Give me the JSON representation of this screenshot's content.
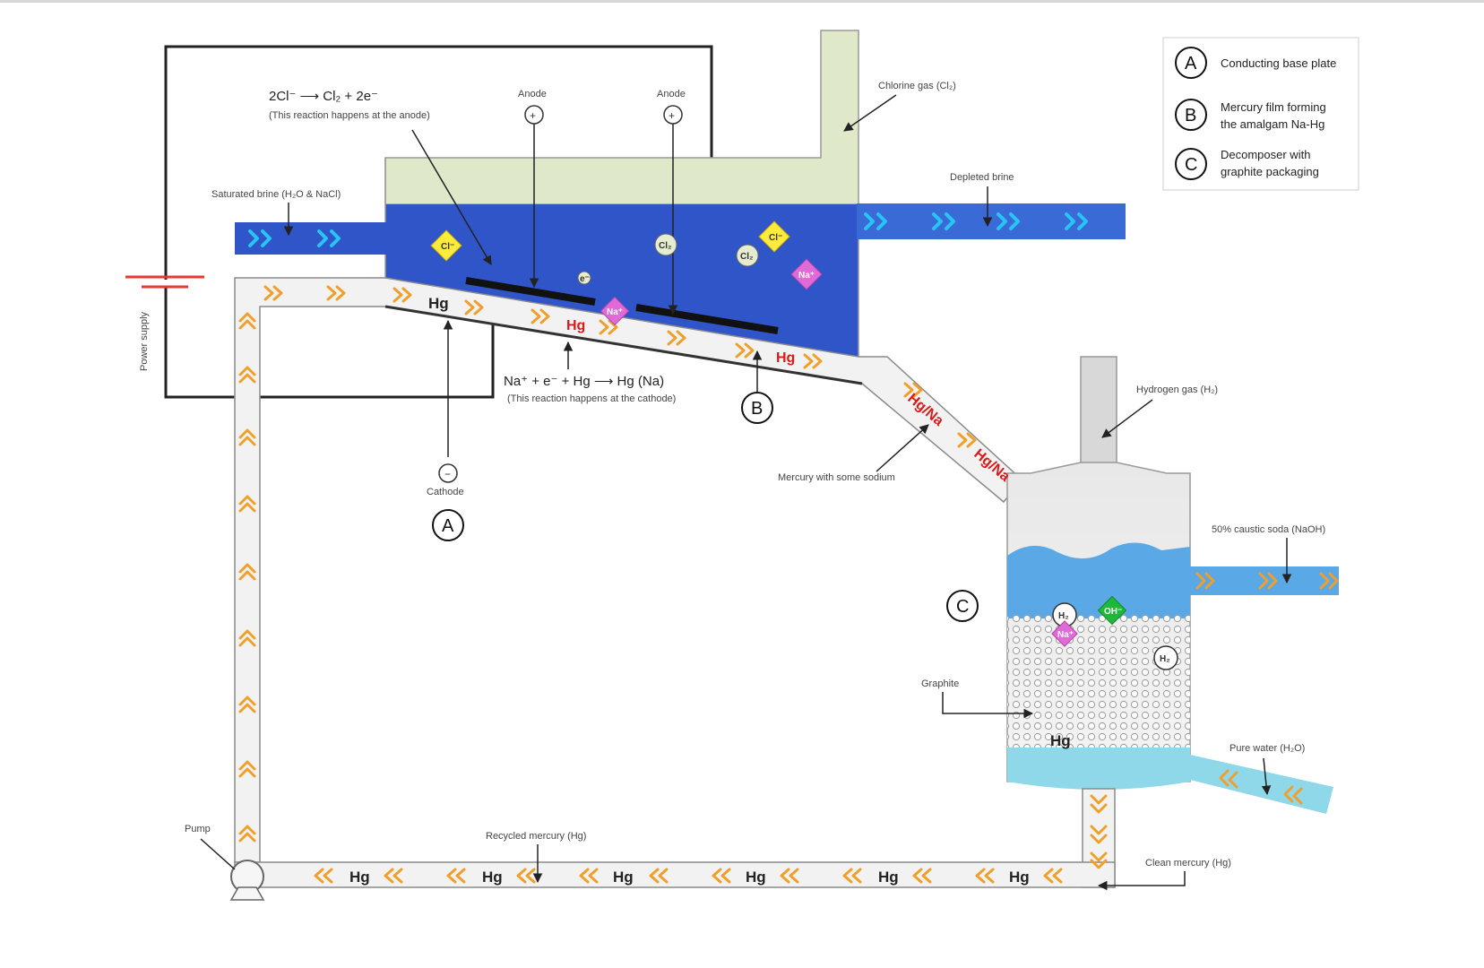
{
  "legend": {
    "items": [
      {
        "letter": "A",
        "line1": "Conducting base plate",
        "line2": ""
      },
      {
        "letter": "B",
        "line1": "Mercury film forming",
        "line2": "the amalgam Na-Hg"
      },
      {
        "letter": "C",
        "line1": "Decomposer with",
        "line2": "graphite packaging"
      }
    ]
  },
  "labels": {
    "anode_reaction": "2Cl⁻ ⟶ Cl₂ + 2e⁻",
    "anode_note": "(This reaction happens at the anode)",
    "anode": "Anode",
    "anode_symbol": "+",
    "cathode_reaction": "Na⁺ + e⁻ + Hg ⟶ Hg (Na)",
    "cathode_note": "(This reaction happens at the cathode)",
    "cathode": "Cathode",
    "cathode_symbol": "−",
    "chlorine_gas": "Chlorine gas (Cl₂)",
    "saturated_brine": "Saturated brine (H₂O & NaCl)",
    "depleted_brine": "Depleted brine",
    "power_supply": "Power supply",
    "mercury_sodium": "Mercury with some sodium",
    "hydrogen_gas": "Hydrogen gas (H₂)",
    "caustic_soda": "50% caustic soda (NaOH)",
    "graphite": "Graphite",
    "pure_water": "Pure water (H₂O)",
    "clean_mercury": "Clean mercury (Hg)",
    "recycled_mercury": "Recycled mercury (Hg)",
    "pump": "Pump",
    "hg": "Hg",
    "hg_na": "Hg/Na",
    "marker_a": "A",
    "marker_b": "B",
    "marker_c": "C"
  },
  "ions": {
    "cl_minus": "Cl⁻",
    "cl2": "Cl₂",
    "na_plus": "Na⁺",
    "oh_minus": "OH⁻",
    "h2": "H₂",
    "electron": "e⁻"
  },
  "colors": {
    "brine": "#2f55c8",
    "brine_light": "#56a6e0",
    "gas": "#dfe8c9",
    "mercury_pipe": "#f2f2f2",
    "chevron": "#f0a02a",
    "chevron_blue": "#29c4f5",
    "power_red": "#e53935",
    "hg_red": "#d81b1b"
  }
}
